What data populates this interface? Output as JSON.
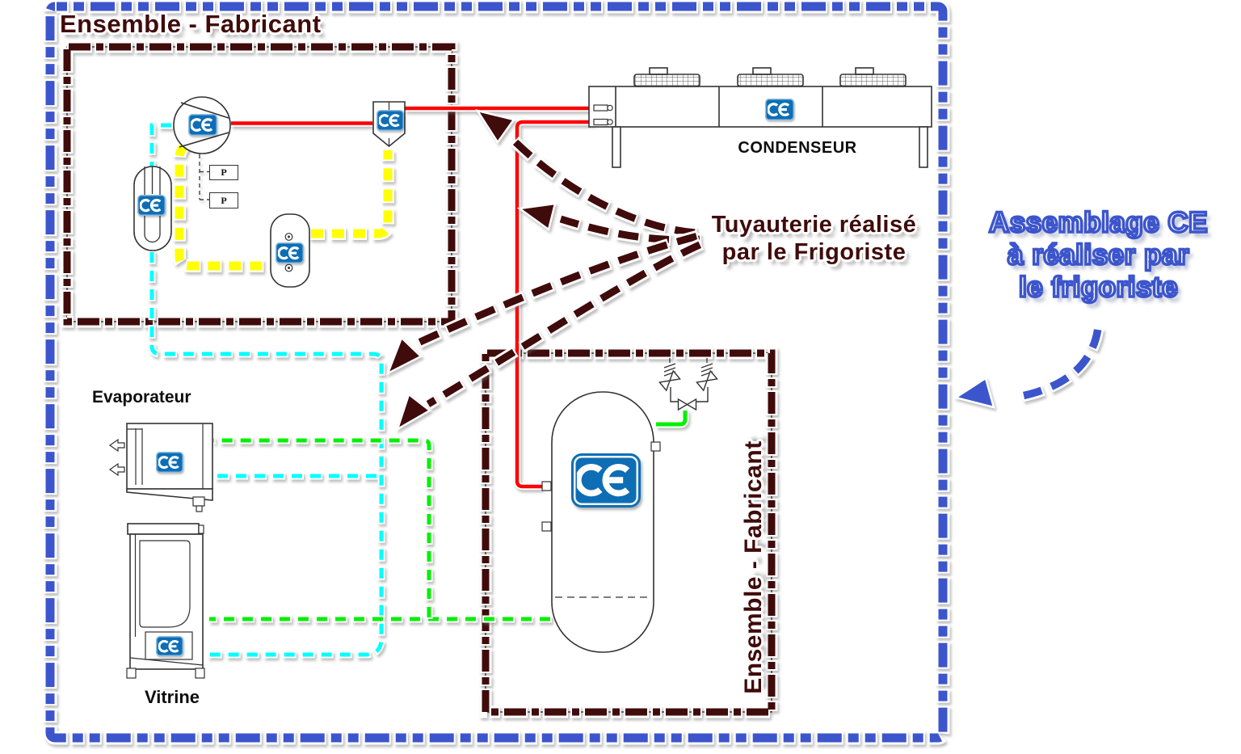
{
  "factory_unit": {
    "label": "Ensemble - Fabricant",
    "pressure_switches": [
      "P",
      "P"
    ]
  },
  "receiver_unit": {
    "label": "Ensemble - Fabricant"
  },
  "equipment": {
    "condenser_label": "CONDENSEUR",
    "evaporator_label": "Evaporateur",
    "display_case_label": "Vitrine"
  },
  "piping_note": {
    "line1": "Tuyauterie réalisé",
    "line2": "par le Frigoriste"
  },
  "assembly_note": {
    "line1": "Assemblage CE",
    "line2": "à réaliser par",
    "line3": "le frigoriste"
  },
  "ce_mark": "CE",
  "colors": {
    "assembly_boundary_blue": "#3c55cc",
    "manufacturer_maroon": "#400b0b",
    "discharge_red": "#ff0000",
    "oil_yellow": "#ffff00",
    "suction_cyan": "#00ffff",
    "liquid_green": "#00f000",
    "ce_badge_blue": "#0d6eb5"
  }
}
